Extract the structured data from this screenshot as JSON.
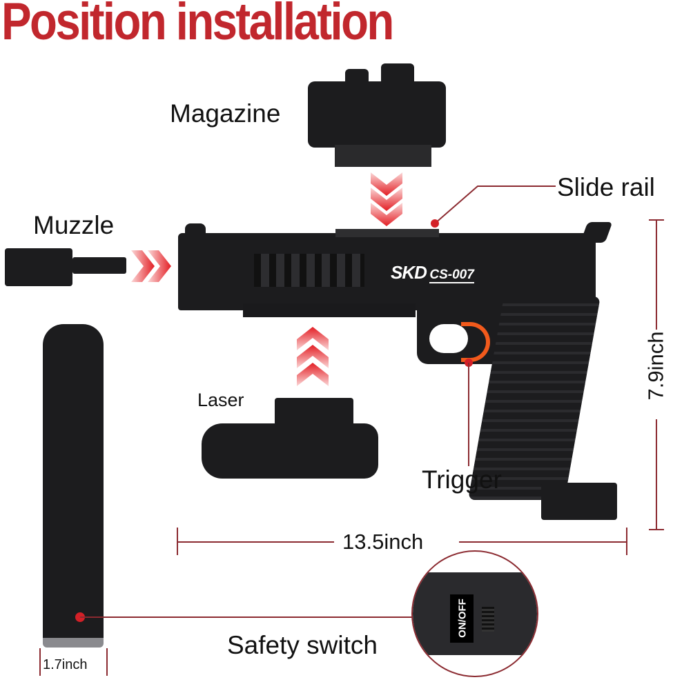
{
  "title": "Position installation",
  "brand_marking": {
    "logo": "SKD",
    "model": "CS-007"
  },
  "labels": {
    "magazine": "Magazine",
    "slide_rail": "Slide rail",
    "muzzle": "Muzzle",
    "laser": "Laser",
    "trigger": "Trigger",
    "safety_switch": "Safety switch"
  },
  "dimensions": {
    "length": "13.5inch",
    "height": "7.9inch",
    "width": "1.7inch"
  },
  "switch_text": "ON/OFF",
  "colors": {
    "title_red": "#c1272d",
    "dimension_line": "#8b2a30",
    "pointer_red": "#d32027",
    "trigger_orange": "#f25a1c",
    "body_black": "#1c1c1e"
  }
}
